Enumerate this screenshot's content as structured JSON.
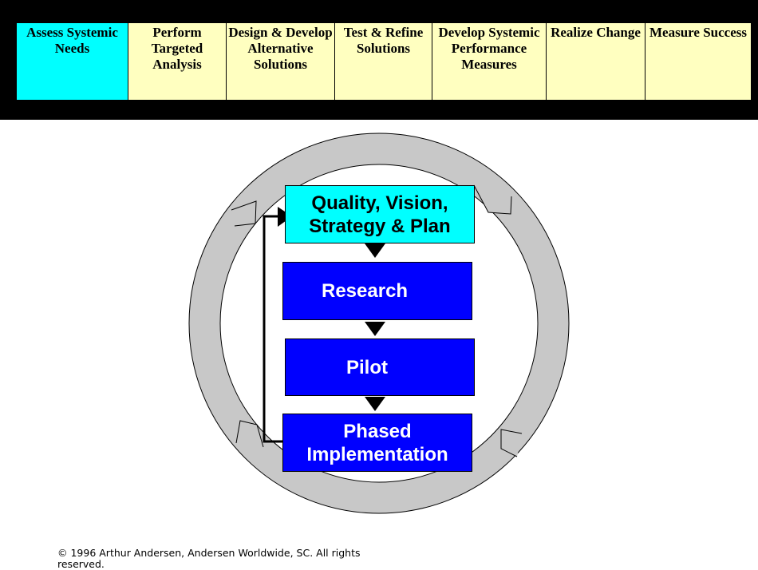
{
  "process_steps": [
    {
      "label": "Assess Systemic\nNeeds",
      "active": true
    },
    {
      "label": "Perform\nTargeted\nAnalysis",
      "active": false
    },
    {
      "label": "Design & Develop\nAlternative\nSolutions",
      "active": false
    },
    {
      "label": "Test & Refine\nSolutions",
      "active": false
    },
    {
      "label": "Develop Systemic\nPerformance\nMeasures",
      "active": false
    },
    {
      "label": "Realize Change",
      "active": false
    },
    {
      "label": "Measure Success",
      "active": false
    }
  ],
  "cycle": {
    "quality": "Quality, Vision,\nStrategy & Plan",
    "research": "Research",
    "pilot": "Pilot",
    "implementation": "Phased\nImplementation"
  },
  "colors": {
    "active_step": "#00ffff",
    "step": "#ffffc0",
    "quality_box": "#00ffff",
    "stage_box": "#0000ff",
    "ring": "#c8c8c8"
  },
  "footer": {
    "copyright": "© 1996 Arthur Andersen, Andersen Worldwide, SC. All rights reserved."
  }
}
